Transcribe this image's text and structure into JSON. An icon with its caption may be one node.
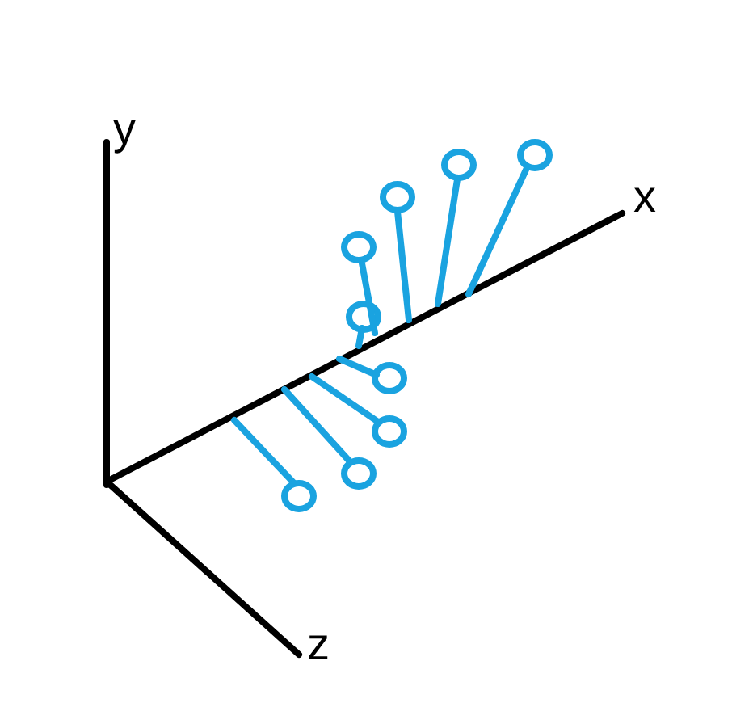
{
  "diagram": {
    "labels": [
      "y",
      "x",
      "z"
    ]
  }
}
